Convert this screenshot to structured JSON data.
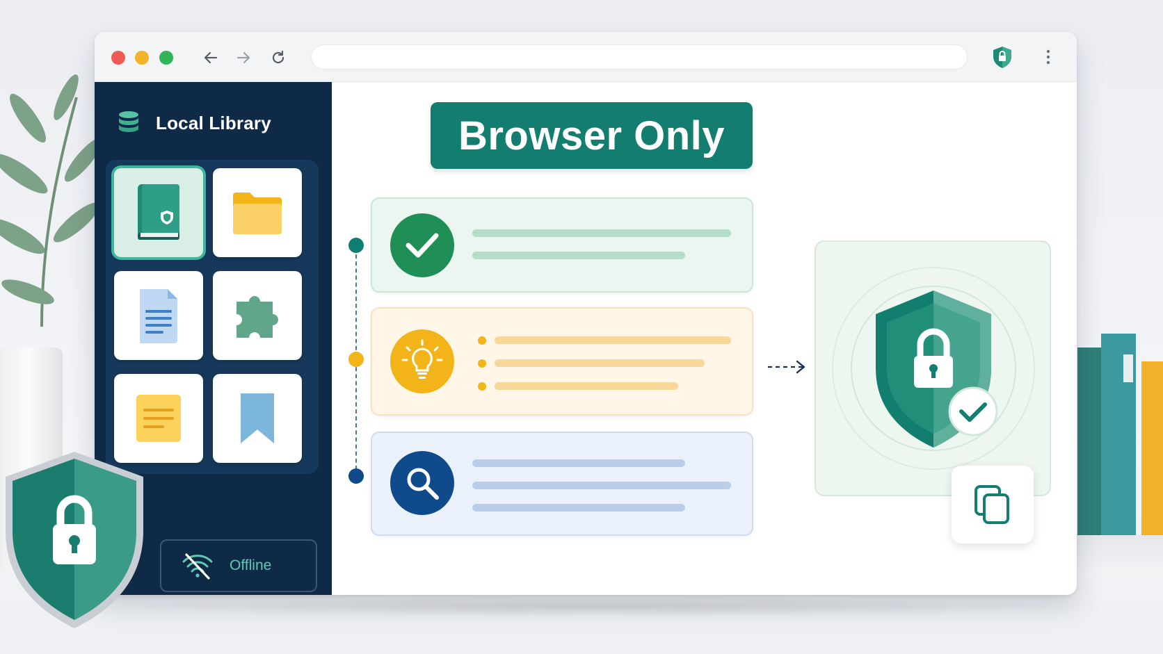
{
  "browser": {
    "nav": {
      "back_icon": "arrow-left-icon",
      "forward_icon": "arrow-right-icon",
      "reload_icon": "reload-icon"
    },
    "address_bar": {
      "value": "",
      "bookmark_icon": "star-icon"
    },
    "extension_icon": "shield-lock-icon",
    "menu_icon": "kebab-menu-icon"
  },
  "sidebar": {
    "title": "Local Library",
    "title_icon": "database-icon",
    "tiles": [
      {
        "icon": "protected-book-icon",
        "selected": true
      },
      {
        "icon": "folder-icon",
        "selected": false
      },
      {
        "icon": "document-icon",
        "selected": false
      },
      {
        "icon": "puzzle-piece-icon",
        "selected": false
      },
      {
        "icon": "note-icon",
        "selected": false
      },
      {
        "icon": "bookmark-icon",
        "selected": false
      }
    ],
    "offline_button": {
      "label": "Offline",
      "icon": "wifi-off-icon"
    }
  },
  "main": {
    "title": "Browser Only",
    "cards": [
      {
        "icon": "check-circle-icon",
        "color": "#1f8f55"
      },
      {
        "icon": "lightbulb-icon",
        "color": "#f2b419"
      },
      {
        "icon": "search-icon",
        "color": "#0f4a8a"
      }
    ],
    "security_panel": {
      "icon": "shield-lock-check-icon"
    },
    "copy_button": {
      "icon": "copy-icon"
    }
  },
  "colors": {
    "accent_teal": "#137e6f",
    "sidebar_bg": "#0e2a47",
    "offline_text": "#5fc9b1"
  }
}
